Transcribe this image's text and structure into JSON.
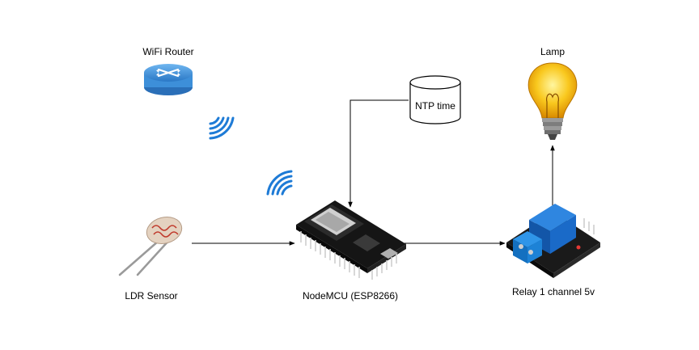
{
  "nodes": {
    "wifi_router": {
      "label": "WiFi Router"
    },
    "ntp": {
      "label": "NTP time"
    },
    "lamp": {
      "label": "Lamp"
    },
    "ldr": {
      "label": "LDR Sensor"
    },
    "nodemcu": {
      "label": "NodeMCU (ESP8266)"
    },
    "relay": {
      "label": "Relay 1 channel 5v"
    }
  },
  "edges": [
    {
      "from": "ldr",
      "to": "nodemcu"
    },
    {
      "from": "ntp",
      "to": "nodemcu"
    },
    {
      "from": "nodemcu",
      "to": "relay"
    },
    {
      "from": "relay",
      "to": "lamp"
    }
  ],
  "colors": {
    "wifi_signal": "#1e7bd6",
    "router": "#3a8fd8",
    "relay_body": "#1565c0",
    "relay_terminal": "#1f87d8",
    "board": "#1b1b1b",
    "connector": "#000000"
  },
  "icons": {
    "router": "router-icon",
    "wifi": "wifi-signal-icon",
    "database": "database-icon",
    "lamp": "light-bulb-icon",
    "ldr": "photoresistor-icon",
    "board": "microcontroller-board-icon",
    "relay": "relay-module-icon"
  }
}
